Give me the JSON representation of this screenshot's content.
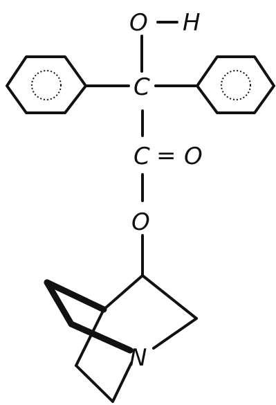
{
  "atoms": {
    "hydroxyl_oxygen": "O",
    "hydroxyl_hydrogen": "H",
    "central_carbon": "C",
    "carbonyl_carbon": "C",
    "carbonyl_oxygen": "O",
    "ester_oxygen": "O",
    "nitrogen": "N"
  },
  "bonds": {
    "double_bond_symbol": "="
  }
}
